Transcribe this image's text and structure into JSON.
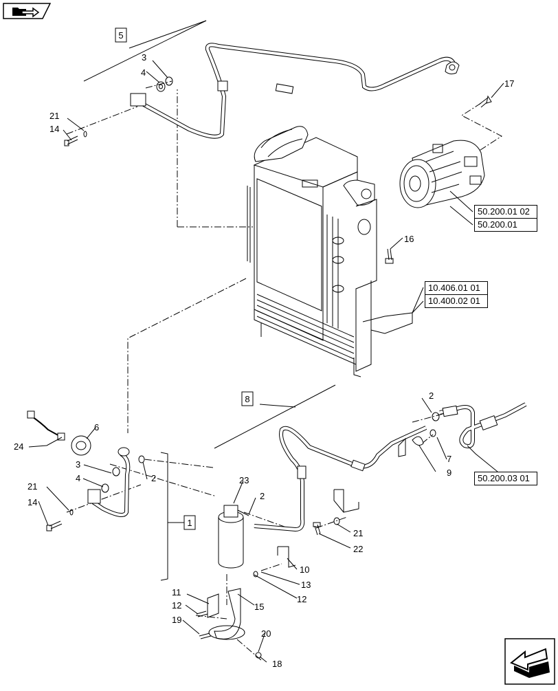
{
  "nav": {
    "top_left_icon": "folder-back-arrow-icon",
    "bottom_right_icon": "next-page-arrow-icon"
  },
  "group_labels": [
    "5",
    "8",
    "1"
  ],
  "callouts": [
    "2",
    "2",
    "2",
    "3",
    "3",
    "4",
    "4",
    "6",
    "7",
    "9",
    "10",
    "11",
    "12",
    "12",
    "13",
    "14",
    "14",
    "15",
    "16",
    "17",
    "18",
    "19",
    "20",
    "21",
    "21",
    "21",
    "22",
    "23",
    "24"
  ],
  "references": {
    "compressor": [
      "50.200.01 02",
      "50.200.01"
    ],
    "radiator": [
      "10.406.01 01",
      "10.400.02 01"
    ],
    "hose": [
      "50.200.03 01"
    ]
  }
}
